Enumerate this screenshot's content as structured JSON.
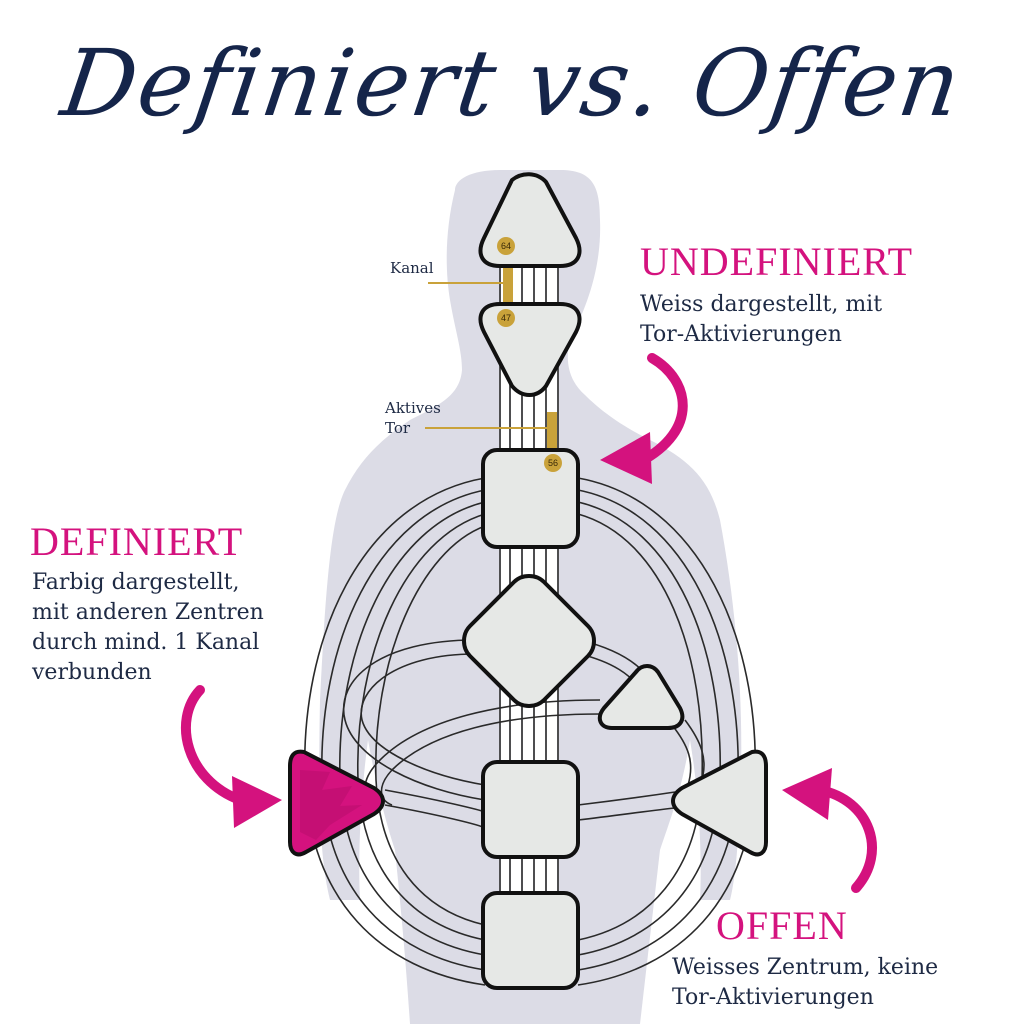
{
  "title": "Definiert vs. Offen",
  "undefiniert": {
    "heading": "UNDEFINIERT",
    "line1": "Weiss dargestellt, mit",
    "line2": "Tor-Aktivierungen"
  },
  "definiert": {
    "heading": "DEFINIERT",
    "line1": "Farbig dargestellt,",
    "line2": "mit anderen Zentren",
    "line3": "durch mind. 1 Kanal",
    "line4": "verbunden"
  },
  "offen": {
    "heading": "OFFEN",
    "line1": "Weisses Zentrum, keine",
    "line2": "Tor-Aktivierungen"
  },
  "labels": {
    "kanal": "Kanal",
    "aktives_line1": "Aktives",
    "aktives_line2": "Tor"
  },
  "gates": {
    "g64": "64",
    "g47": "47",
    "g56": "56"
  },
  "colors": {
    "title": "#15254a",
    "accent": "#d4127e",
    "gate": "#c9a23a",
    "center_fill": "#e6e8e6",
    "silhouette": "#dcdce6",
    "text": "#1e2a44"
  }
}
